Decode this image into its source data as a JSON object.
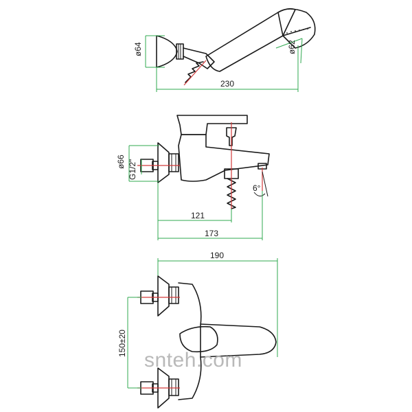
{
  "colors": {
    "outline": "#1a1a1a",
    "dimension_line": "#2fa84f",
    "centerline": "#d23a3a",
    "watermark": "#b9b9b9"
  },
  "views": {
    "hand_shower": {
      "dims": {
        "diameter_holder": "ø64",
        "diameter_head": "ø62",
        "length": "230"
      }
    },
    "side": {
      "dims": {
        "diameter_flange": "ø66",
        "thread": "G1/2\"",
        "angle": "6°",
        "depth_1": "121",
        "depth_2": "173"
      }
    },
    "front": {
      "dims": {
        "width": "190",
        "centers": "150±20"
      }
    }
  },
  "watermark": "snteh.com"
}
